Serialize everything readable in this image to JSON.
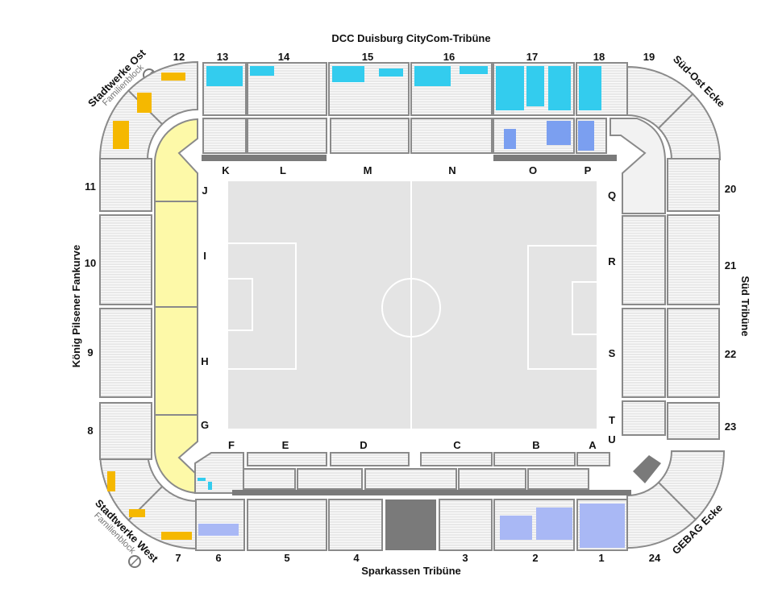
{
  "stands": {
    "north": "DCC Duisburg CityCom-Tribüne",
    "south": "Sparkassen Tribüne",
    "west": "König Pilsener Fankurve",
    "east": "Süd Tribüne",
    "north_west_corner": "Stadtwerke Ost",
    "north_west_sub": "Familienblock",
    "south_west_corner": "Stadtwerke West",
    "south_west_sub": "Familienblock",
    "north_east_corner": "Süd-Ost Ecke",
    "south_east_corner": "GEBAG Ecke"
  },
  "block_numbers": {
    "top": [
      "12",
      "13",
      "14",
      "15",
      "16",
      "17",
      "18",
      "19"
    ],
    "left": [
      "11",
      "10",
      "9",
      "8"
    ],
    "right": [
      "20",
      "21",
      "22",
      "23"
    ],
    "bottom": [
      "7",
      "6",
      "5",
      "4",
      "3",
      "2",
      "1",
      "24"
    ]
  },
  "inner_letters": {
    "top": [
      "K",
      "L",
      "M",
      "N",
      "O",
      "P"
    ],
    "left": [
      "J",
      "I",
      "H",
      "G"
    ],
    "right": [
      "Q",
      "R",
      "S",
      "T",
      "U"
    ],
    "bottom": [
      "F",
      "E",
      "D",
      "C",
      "B",
      "A"
    ]
  },
  "colors": {
    "available_yellow": "#f5b800",
    "available_cyan": "#33ccee",
    "available_blue": "#7b9ff0",
    "available_lightblue": "#a9b8f5",
    "standing_yellow": "#fdf9a8",
    "pitch": "#e4e4e4",
    "dark_block": "#7a7a7a"
  },
  "icons": [
    "no-smoking-icon"
  ]
}
